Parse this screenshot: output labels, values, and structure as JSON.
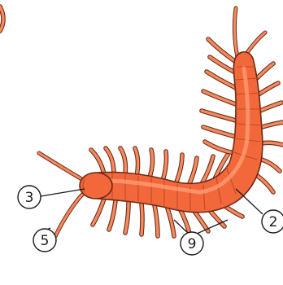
{
  "colors": {
    "body": "#f2683a",
    "leg": "#f58a5f",
    "outline": "#6a2a18",
    "seam": "#c24a22",
    "shine": "#ff9e76"
  },
  "callouts": [
    {
      "id": "head",
      "label": "3"
    },
    {
      "id": "body",
      "label": "2"
    },
    {
      "id": "antenna",
      "label": "5"
    },
    {
      "id": "legs",
      "label": "9"
    }
  ]
}
